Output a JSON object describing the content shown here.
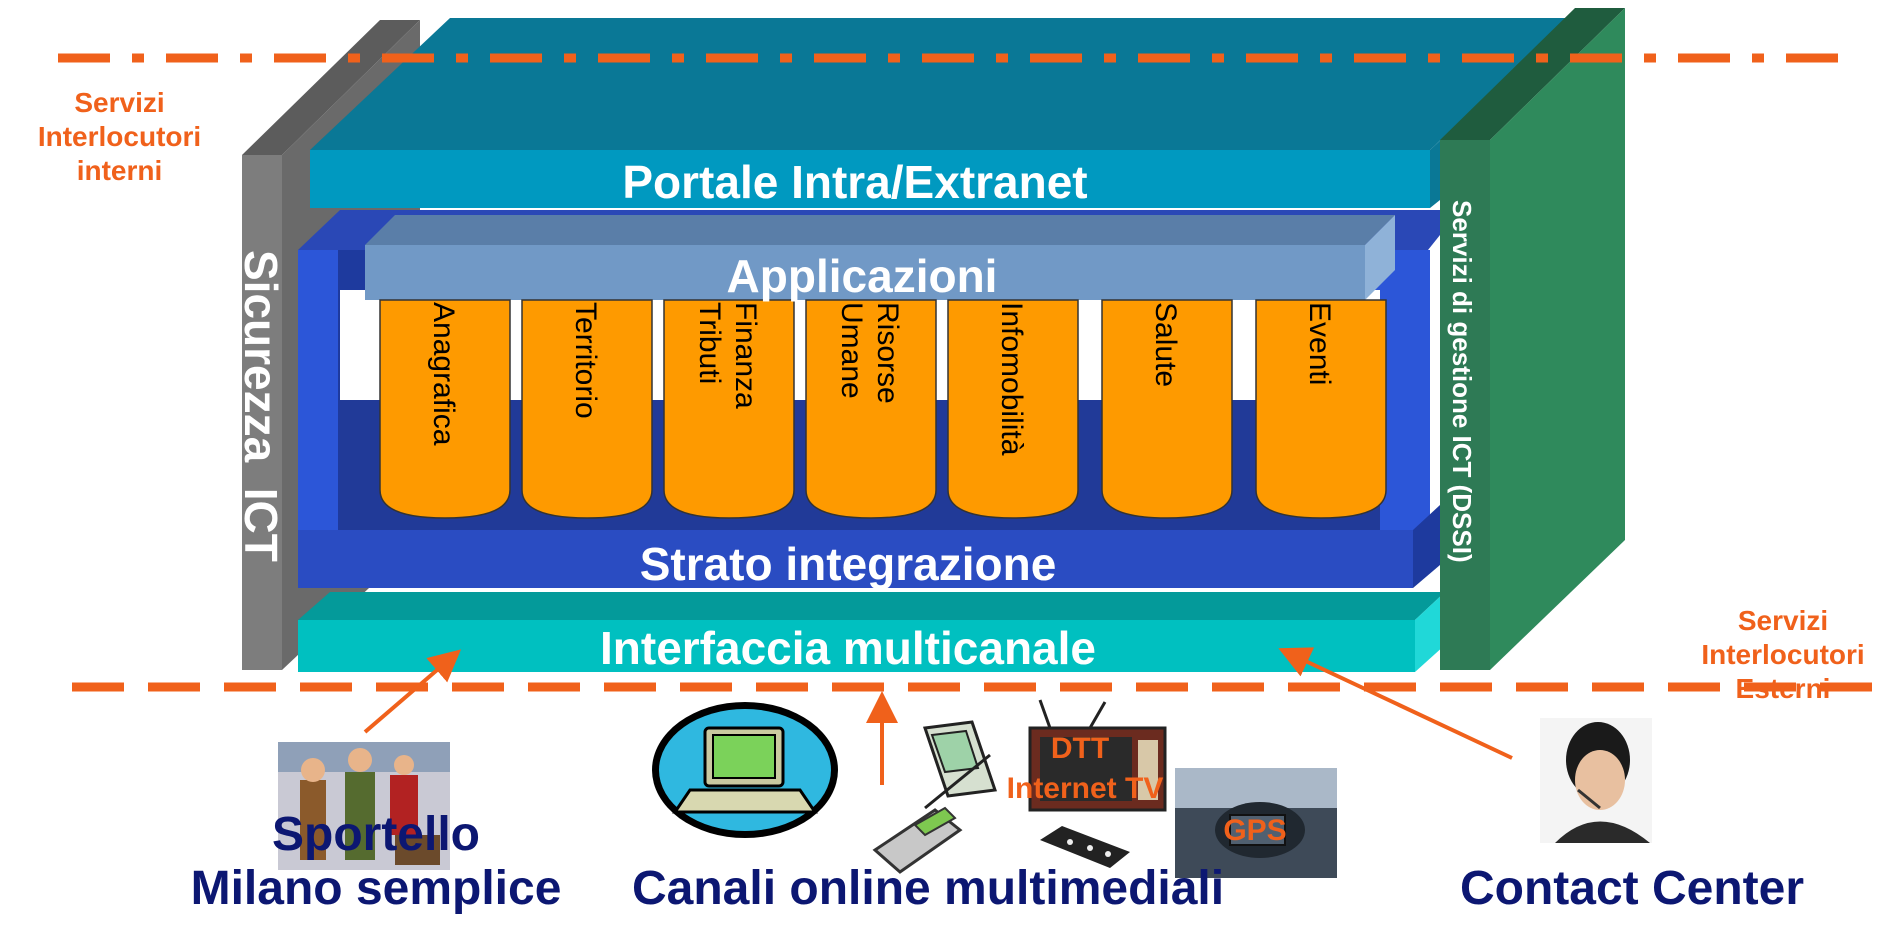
{
  "layers": {
    "portal": "Portale Intra/Extranet",
    "applications": "Applicazioni",
    "integration": "Strato integrazione",
    "multichannel": "Interfaccia multicanale"
  },
  "security_bar": "Sicurezza  ICT",
  "management_bar": "Servizi di gestione ICT (DSSI)",
  "modules": [
    {
      "line1": "Anagrafica",
      "line2": ""
    },
    {
      "line1": "Territorio",
      "line2": ""
    },
    {
      "line1": "Finanza",
      "line2": "Tributi"
    },
    {
      "line1": "Risorse",
      "line2": "Umane"
    },
    {
      "line1": "Infomobilità",
      "line2": ""
    },
    {
      "line1": "Salute",
      "line2": ""
    },
    {
      "line1": "Eventi",
      "line2": ""
    }
  ],
  "internal_services": [
    "Servizi",
    "Interlocutori",
    "interni"
  ],
  "external_services": [
    "Servizi",
    "Interlocutori",
    "Esterni"
  ],
  "channels": {
    "sportello": [
      "Sportello",
      "Milano semplice"
    ],
    "online": "Canali online multimediali",
    "contact": "Contact Center"
  },
  "media_labels": {
    "dtt": "DTT",
    "internet_tv": "Internet TV",
    "gps": "GPS"
  },
  "colors": {
    "orange_accent": "#f0611b",
    "module_orange": "#fe9a00",
    "navy_text": "#0c1772",
    "portal_teal": "#0099c0",
    "integration_blue": "#2a4cc2",
    "multichannel_cyan": "#00c0c0",
    "management_green": "#2e7a55",
    "security_gray": "#7d7d7d"
  }
}
